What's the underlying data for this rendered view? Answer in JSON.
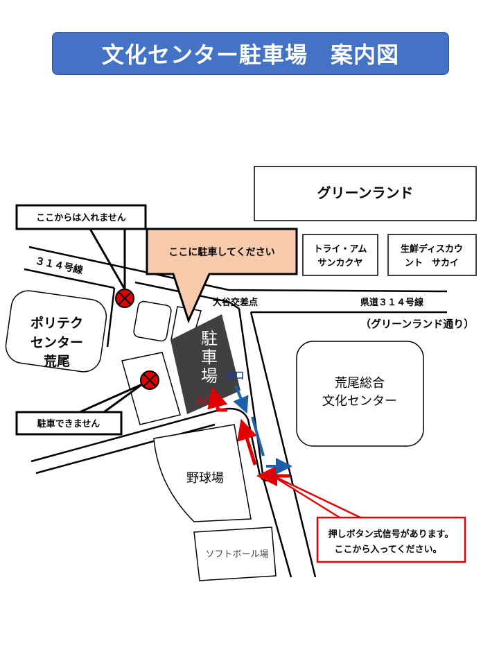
{
  "title": "文化センター駐車場　案内図",
  "landmarks": {
    "greenland": "グリーンランド",
    "triam": [
      "トライ・アム",
      "サンカクヤ"
    ],
    "sakai": [
      "生鮮ディスカウ",
      "ント　サカイ"
    ],
    "polytech": [
      "ポリテク",
      "センター",
      "荒尾"
    ],
    "bunka_center": [
      "荒尾総合",
      "文化センター"
    ],
    "baseball": "野球場",
    "softball": "ソフトボール場",
    "parking": [
      "駐",
      "車",
      "場"
    ],
    "entrance": "入口",
    "exit": "出口"
  },
  "roads": {
    "route314": "３１４号線",
    "intersection": "大谷交差点",
    "prefectural": "県道３１４号線",
    "greenland_street": "（グリーンランド通り）"
  },
  "callouts": {
    "park_here": "ここに駐車してください",
    "no_entry": "ここからは入れません",
    "no_parking": "駐車できません",
    "signal": [
      "押しボタン式信号があります。",
      "ここから入ってください。"
    ]
  },
  "colors": {
    "title_bg": "#4472C4",
    "bubble": "#F8CBAD",
    "parking": "#404040",
    "entry_arrow": "#E00000",
    "exit_arrow": "#1F5FA8"
  }
}
